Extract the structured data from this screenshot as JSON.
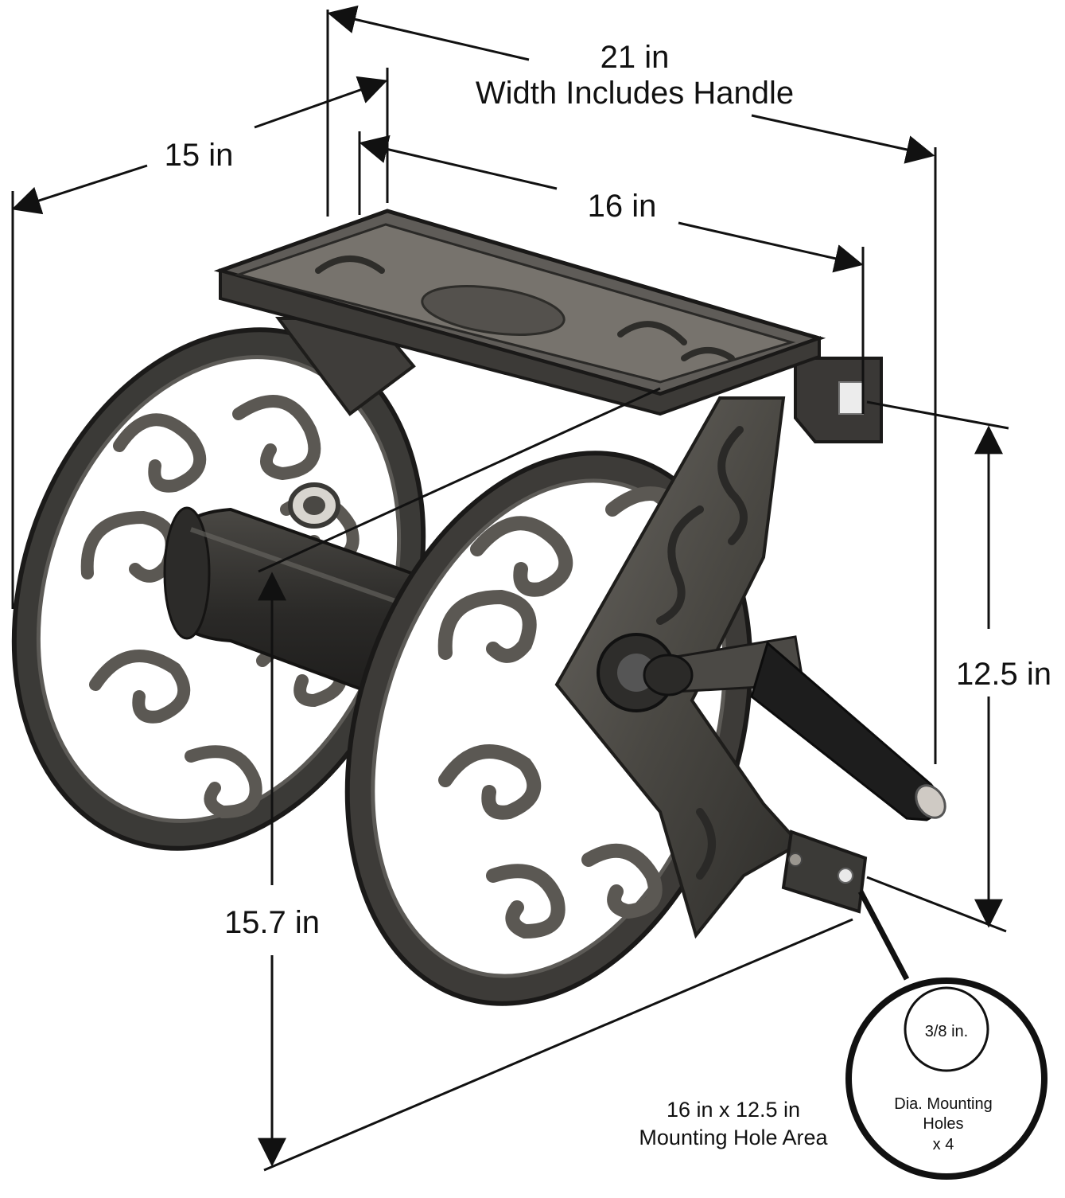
{
  "dimensions": {
    "overall_width": {
      "value": "21 in",
      "note": "Width Includes Handle"
    },
    "depth": {
      "value": "15 in"
    },
    "shelf_width": {
      "value": "16 in"
    },
    "mount_height": {
      "value": "12.5 in"
    },
    "reel_diameter": {
      "value": "15.7 in"
    },
    "mounting_area": {
      "line1": "16 in x 12.5 in",
      "line2": "Mounting Hole Area"
    },
    "mounting_holes": {
      "size": "3/8 in.",
      "line1": "Dia. Mounting",
      "line2": "Holes",
      "line3": "x 4"
    }
  },
  "colors": {
    "metal_dark": "#2b2a28",
    "metal_mid": "#55524d",
    "metal_light": "#8b8680",
    "handle_grip": "#1d1d1d",
    "dimension_line": "#111111",
    "background": "#ffffff"
  },
  "icons": {
    "product": "hose-reel-icon"
  }
}
